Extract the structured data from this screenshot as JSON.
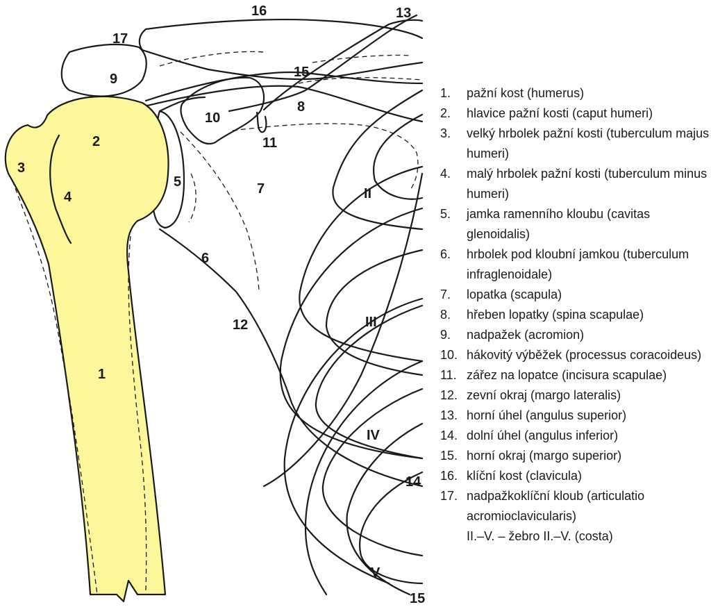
{
  "figure": {
    "labels": [
      "1",
      "2",
      "3",
      "4",
      "5",
      "6",
      "7",
      "8",
      "9",
      "10",
      "11",
      "12",
      "13",
      "14",
      "15",
      "15",
      "16",
      "17"
    ],
    "ribs": [
      "II",
      "III",
      "IV",
      "V"
    ],
    "colors": {
      "humerus_fill": "#fbf79a",
      "stroke": "#1a1a1a",
      "background": "#ffffff"
    }
  },
  "legend": {
    "items": [
      {
        "num": "1.",
        "text": "pažní kost (humerus)"
      },
      {
        "num": "2.",
        "text": "hlavice pažní kosti (caput humeri)"
      },
      {
        "num": "3.",
        "text": "velký hrbolek pažní kosti (tuberculum majus humeri)"
      },
      {
        "num": "4.",
        "text": "malý hrbolek pažní kosti (tuberculum minus humeri)"
      },
      {
        "num": "5.",
        "text": "jamka ramenního kloubu (cavitas glenoidalis)"
      },
      {
        "num": "6.",
        "text": "hrbolek pod kloubní jamkou (tuberculum infraglenoidale)"
      },
      {
        "num": "7.",
        "text": "lopatka (scapula)"
      },
      {
        "num": "8.",
        "text": "hřeben lopatky (spina scapulae)"
      },
      {
        "num": "9.",
        "text": "nadpažek (acromion)"
      },
      {
        "num": "10.",
        "text": "hákovitý výběžek (processus coracoideus)"
      },
      {
        "num": "11.",
        "text": "zářez na lopatce (incisura scapulae)"
      },
      {
        "num": "12.",
        "text": "zevní okraj (margo lateralis)"
      },
      {
        "num": "13.",
        "text": "horní úhel (angulus superior)"
      },
      {
        "num": "14.",
        "text": "dolní úhel (angulus inferior)"
      },
      {
        "num": "15.",
        "text": "horní okraj (margo superior)"
      },
      {
        "num": "16.",
        "text": "klíční kost (clavicula)"
      },
      {
        "num": "17.",
        "text": "nadpažkoklíční kloub (articulatio acromioclavicularis)"
      }
    ],
    "footer": "II.–V. – žebro II.–V. (costa)"
  }
}
